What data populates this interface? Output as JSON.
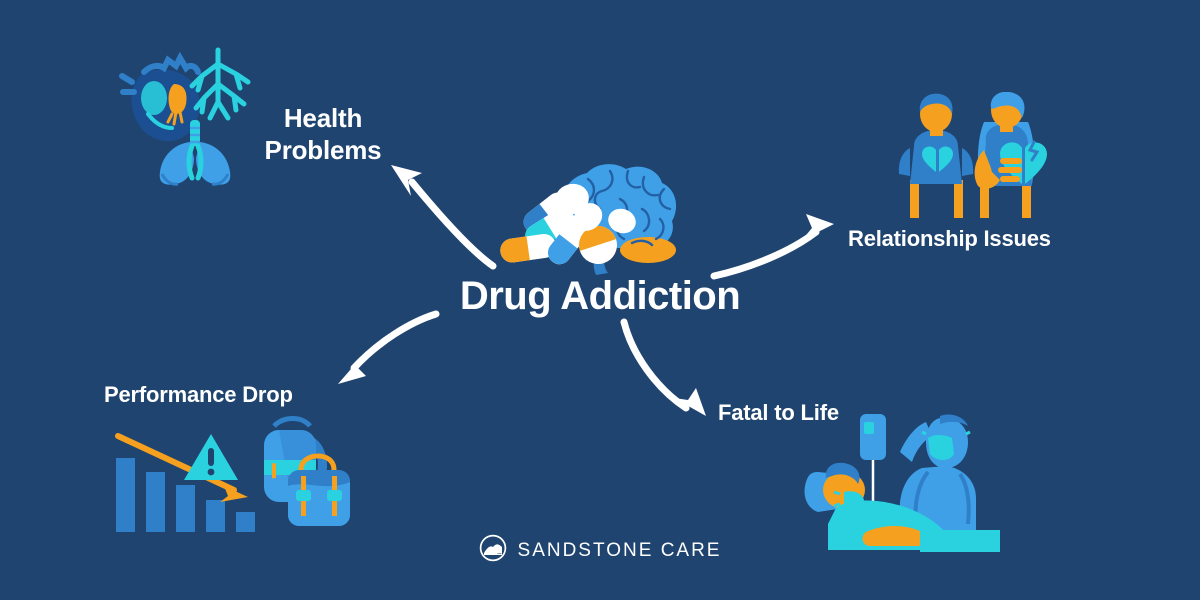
{
  "background_color": "#1f4470",
  "center": {
    "title": "Drug Addiction",
    "icon": "brain-with-pills-icon"
  },
  "nodes": [
    {
      "id": "health-problems",
      "label": "Health\nProblems",
      "icon": "heart-lungs-icon",
      "arrow": "curved-arrow-up-left"
    },
    {
      "id": "relationship-issues",
      "label": "Relationship Issues",
      "icon": "couple-broken-heart-icon",
      "arrow": "curved-arrow-up-right"
    },
    {
      "id": "performance-drop",
      "label": "Performance Drop",
      "icon": "declining-bar-chart-backpack-briefcase-icon",
      "arrow": "curved-arrow-down-left"
    },
    {
      "id": "fatal-to-life",
      "label": "Fatal to Life",
      "icon": "hospital-patient-iv-icon",
      "arrow": "curved-arrow-down-right"
    }
  ],
  "logo": {
    "text": "SANDSTONE CARE",
    "mark": "sandstone-circle-mountain-icon"
  },
  "palette": {
    "background": "#1f4470",
    "light_blue": "#3fa0e8",
    "mid_blue": "#2f7fc9",
    "deep_blue": "#1b63a8",
    "cyan": "#2ad2e0",
    "orange": "#f5a01e",
    "white": "#ffffff"
  }
}
